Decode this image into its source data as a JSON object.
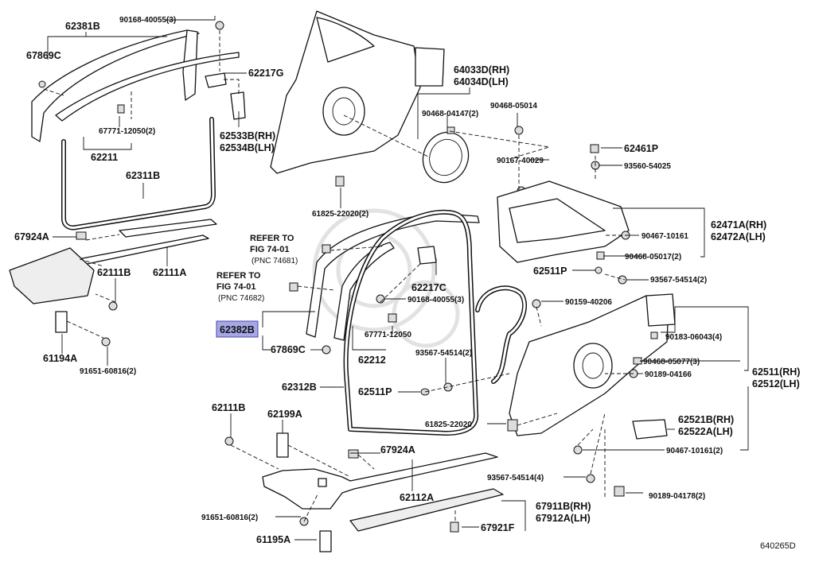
{
  "figure_code": "640265D",
  "highlight_color": "#a7a7e6",
  "refs": [
    {
      "lines": [
        "REFER TO",
        "FIG 74-01"
      ],
      "pnc": "(PNC 74681)"
    },
    {
      "lines": [
        "REFER TO",
        "FIG 74-01"
      ],
      "pnc": "(PNC 74682)"
    }
  ],
  "labels": {
    "p62381B": "62381B",
    "p90168_40055_3a": "90168-40055(3)",
    "p67869C_a": "67869C",
    "p62217G": "62217G",
    "p62533B_RH": "62533B(RH)",
    "p62534B_LH": "62534B(LH)",
    "p67771_12050_2": "67771-12050(2)",
    "p62211": "62211",
    "p62311B": "62311B",
    "p67924A_a": "67924A",
    "p62111B_a": "62111B",
    "p62111A": "62111A",
    "p61194A": "61194A",
    "p91651_60816_2a": "91651-60816(2)",
    "p64033D_RH": "64033D(RH)",
    "p64034D_LH": "64034D(LH)",
    "p90468_04147_2": "90468-04147(2)",
    "p90468_05014": "90468-05014",
    "p90167_40029": "90167-40029",
    "p61825_22020_2": "61825-22020(2)",
    "p62461P": "62461P",
    "p93560_54025": "93560-54025",
    "p62471A_RH": "62471A(RH)",
    "p62472A_LH": "62472A(LH)",
    "p90467_10161": "90467-10161",
    "p90468_05017_2": "90468-05017(2)",
    "p62511P_a": "62511P",
    "p93567_54514_2a": "93567-54514(2)",
    "p62217C": "62217C",
    "p90168_40055_3b": "90168-40055(3)",
    "p90159_40206": "90159-40206",
    "p62382B": "62382B",
    "p67771_12050": "67771-12050",
    "p67869C_b": "67869C",
    "p62212": "62212",
    "p93567_54514_2b": "93567-54514(2)",
    "p90183_06043_4": "90183-06043(4)",
    "p90468_05077_3": "90468-05077(3)",
    "p90189_04166": "90189-04166",
    "p62511_RH": "62511(RH)",
    "p62512_LH": "62512(LH)",
    "p62312B": "62312B",
    "p62511P_b": "62511P",
    "p61825_22020": "61825-22020",
    "p62521B_RH": "62521B(RH)",
    "p62522A_LH": "62522A(LH)",
    "p90467_10161_2": "90467-10161(2)",
    "p62111B_b": "62111B",
    "p62199A": "62199A",
    "p67924A_b": "67924A",
    "p62112A": "62112A",
    "p93567_54514_4": "93567-54514(4)",
    "p90189_04178_2": "90189-04178(2)",
    "p91651_60816_2b": "91651-60816(2)",
    "p67911B_RH": "67911B(RH)",
    "p67912A_LH": "67912A(LH)",
    "p61195A": "61195A",
    "p67921F": "67921F"
  }
}
